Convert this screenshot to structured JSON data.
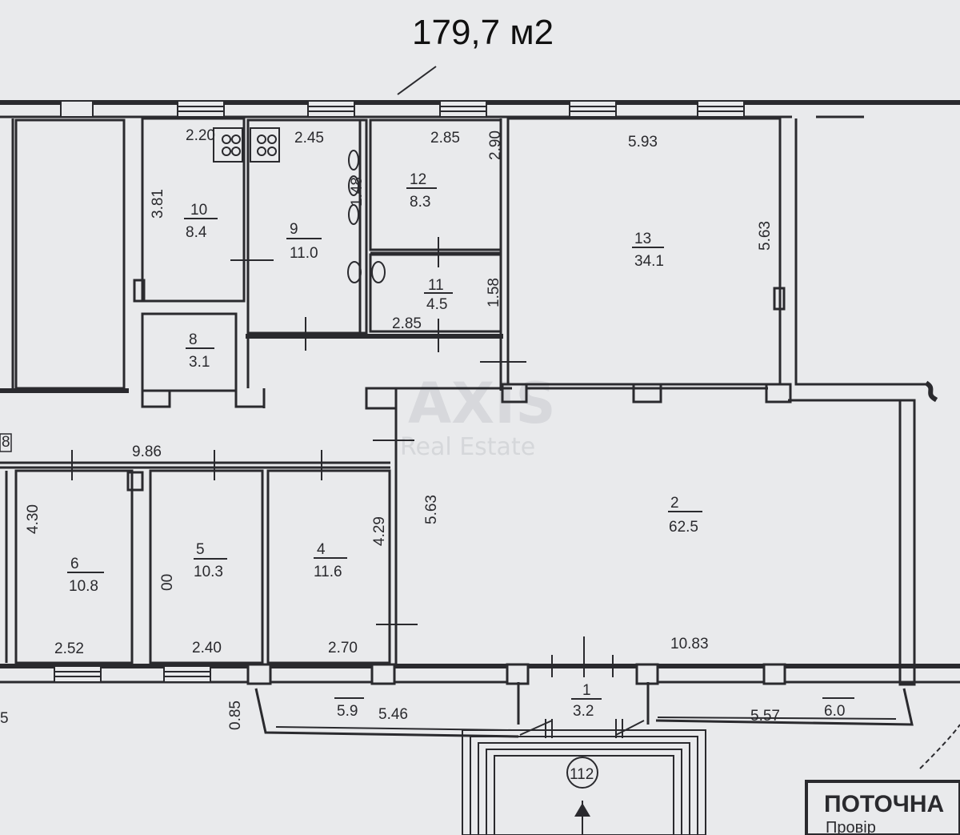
{
  "total_area": "179,7 м2",
  "watermark": {
    "brand": "AXIS",
    "tagline": "Real Estate"
  },
  "rooms": {
    "r1": {
      "id": "1",
      "area": "3.2"
    },
    "r2": {
      "id": "2",
      "area": "62.5"
    },
    "r4": {
      "id": "4",
      "area": "11.6"
    },
    "r5": {
      "id": "5",
      "area": "10.3"
    },
    "r6": {
      "id": "6",
      "area": "10.8"
    },
    "r8": {
      "id": "8",
      "area": "3.1"
    },
    "r9": {
      "id": "9",
      "area": "11.0"
    },
    "r10": {
      "id": "10",
      "area": "8.4"
    },
    "r11": {
      "id": "11",
      "area": "4.5"
    },
    "r12": {
      "id": "12",
      "area": "8.3"
    },
    "r13": {
      "id": "13",
      "area": "34.1"
    }
  },
  "dimensions": {
    "d_220": "2.20",
    "d_245": "2.45",
    "d_285a": "2.85",
    "d_290": "2.90",
    "d_593": "5.93",
    "d_381": "3.81",
    "d_148": "1.48",
    "d_563a": "5.63",
    "d_158": "1.58",
    "d_285b": "2.85",
    "d_986": "9.86",
    "d_430": "4.30",
    "d_429": "4.29",
    "d_563b": "5.63",
    "d_00": "00",
    "d_252": "2.52",
    "d_240": "2.40",
    "d_270": "2.70",
    "d_1083": "10.83",
    "d_085": "0.85",
    "d_59": "5.9",
    "d_546": "5.46",
    "d_557": "5.57",
    "d_60": "6.0",
    "d_5": "5",
    "d_8": "8"
  },
  "entrance_label": "112",
  "stamp": {
    "line1": "ПОТОЧНА",
    "line2": "Провір"
  }
}
